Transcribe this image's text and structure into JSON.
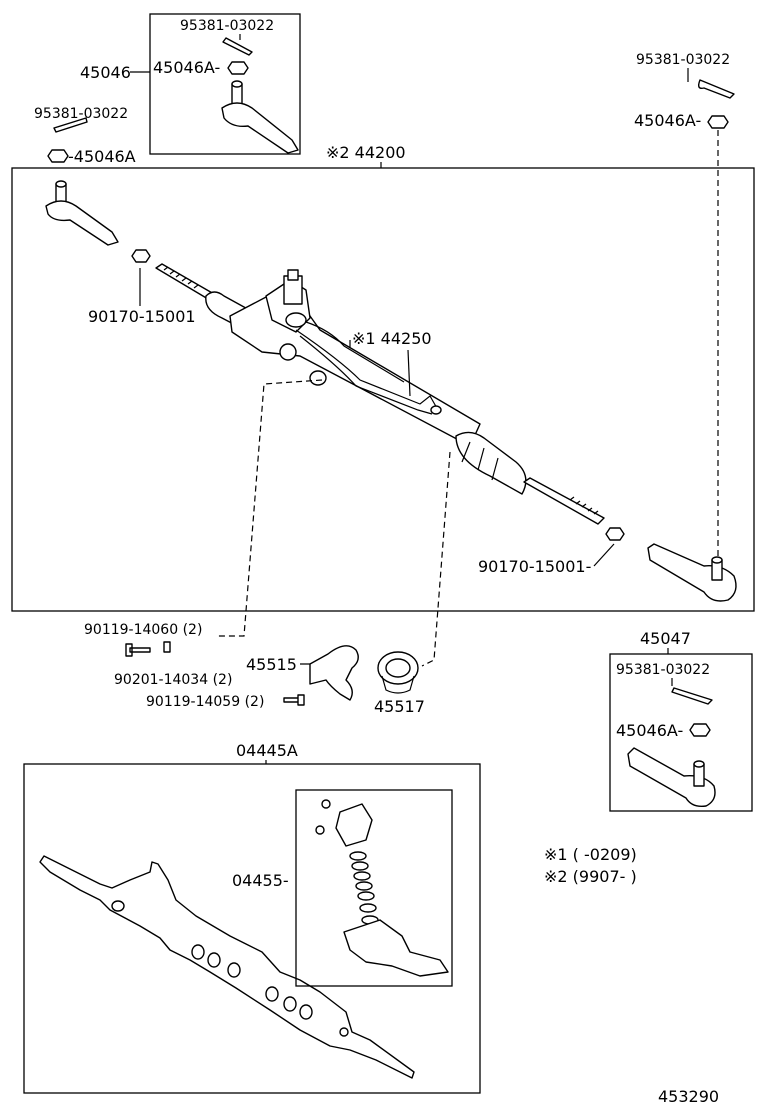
{
  "labels": {
    "cotter_pin_top": "95381-03022",
    "tie_rod_end_lh": "45046",
    "nut_box": "45046A-",
    "cotter_pin_left": "95381-03022",
    "nut_left": "-45046A",
    "gear_assy": "※2 44200",
    "cotter_pin_right": "95381-03022",
    "nut_right": "45046A-",
    "nut_9017_left": "90170-15001",
    "pipe_assy": "※1 44250",
    "nut_9017_right": "90170-15001-",
    "bolt_14060": "90119-14060 (2)",
    "nut_14034": "90201-14034 (2)",
    "bracket_45515": "45515",
    "bolt_14059": "90119-14059 (2)",
    "grommet_45517": "45517",
    "tie_rod_end_rh": "45047",
    "cotter_pin_rh_box": "95381-03022",
    "nut_rh_box": "45046A-",
    "kit_04445a": "04445A",
    "kit_04455": "04455-",
    "note1": "※1  (         -0209)",
    "note2": "※2  (9907-          )",
    "diagram_no": "453290"
  }
}
